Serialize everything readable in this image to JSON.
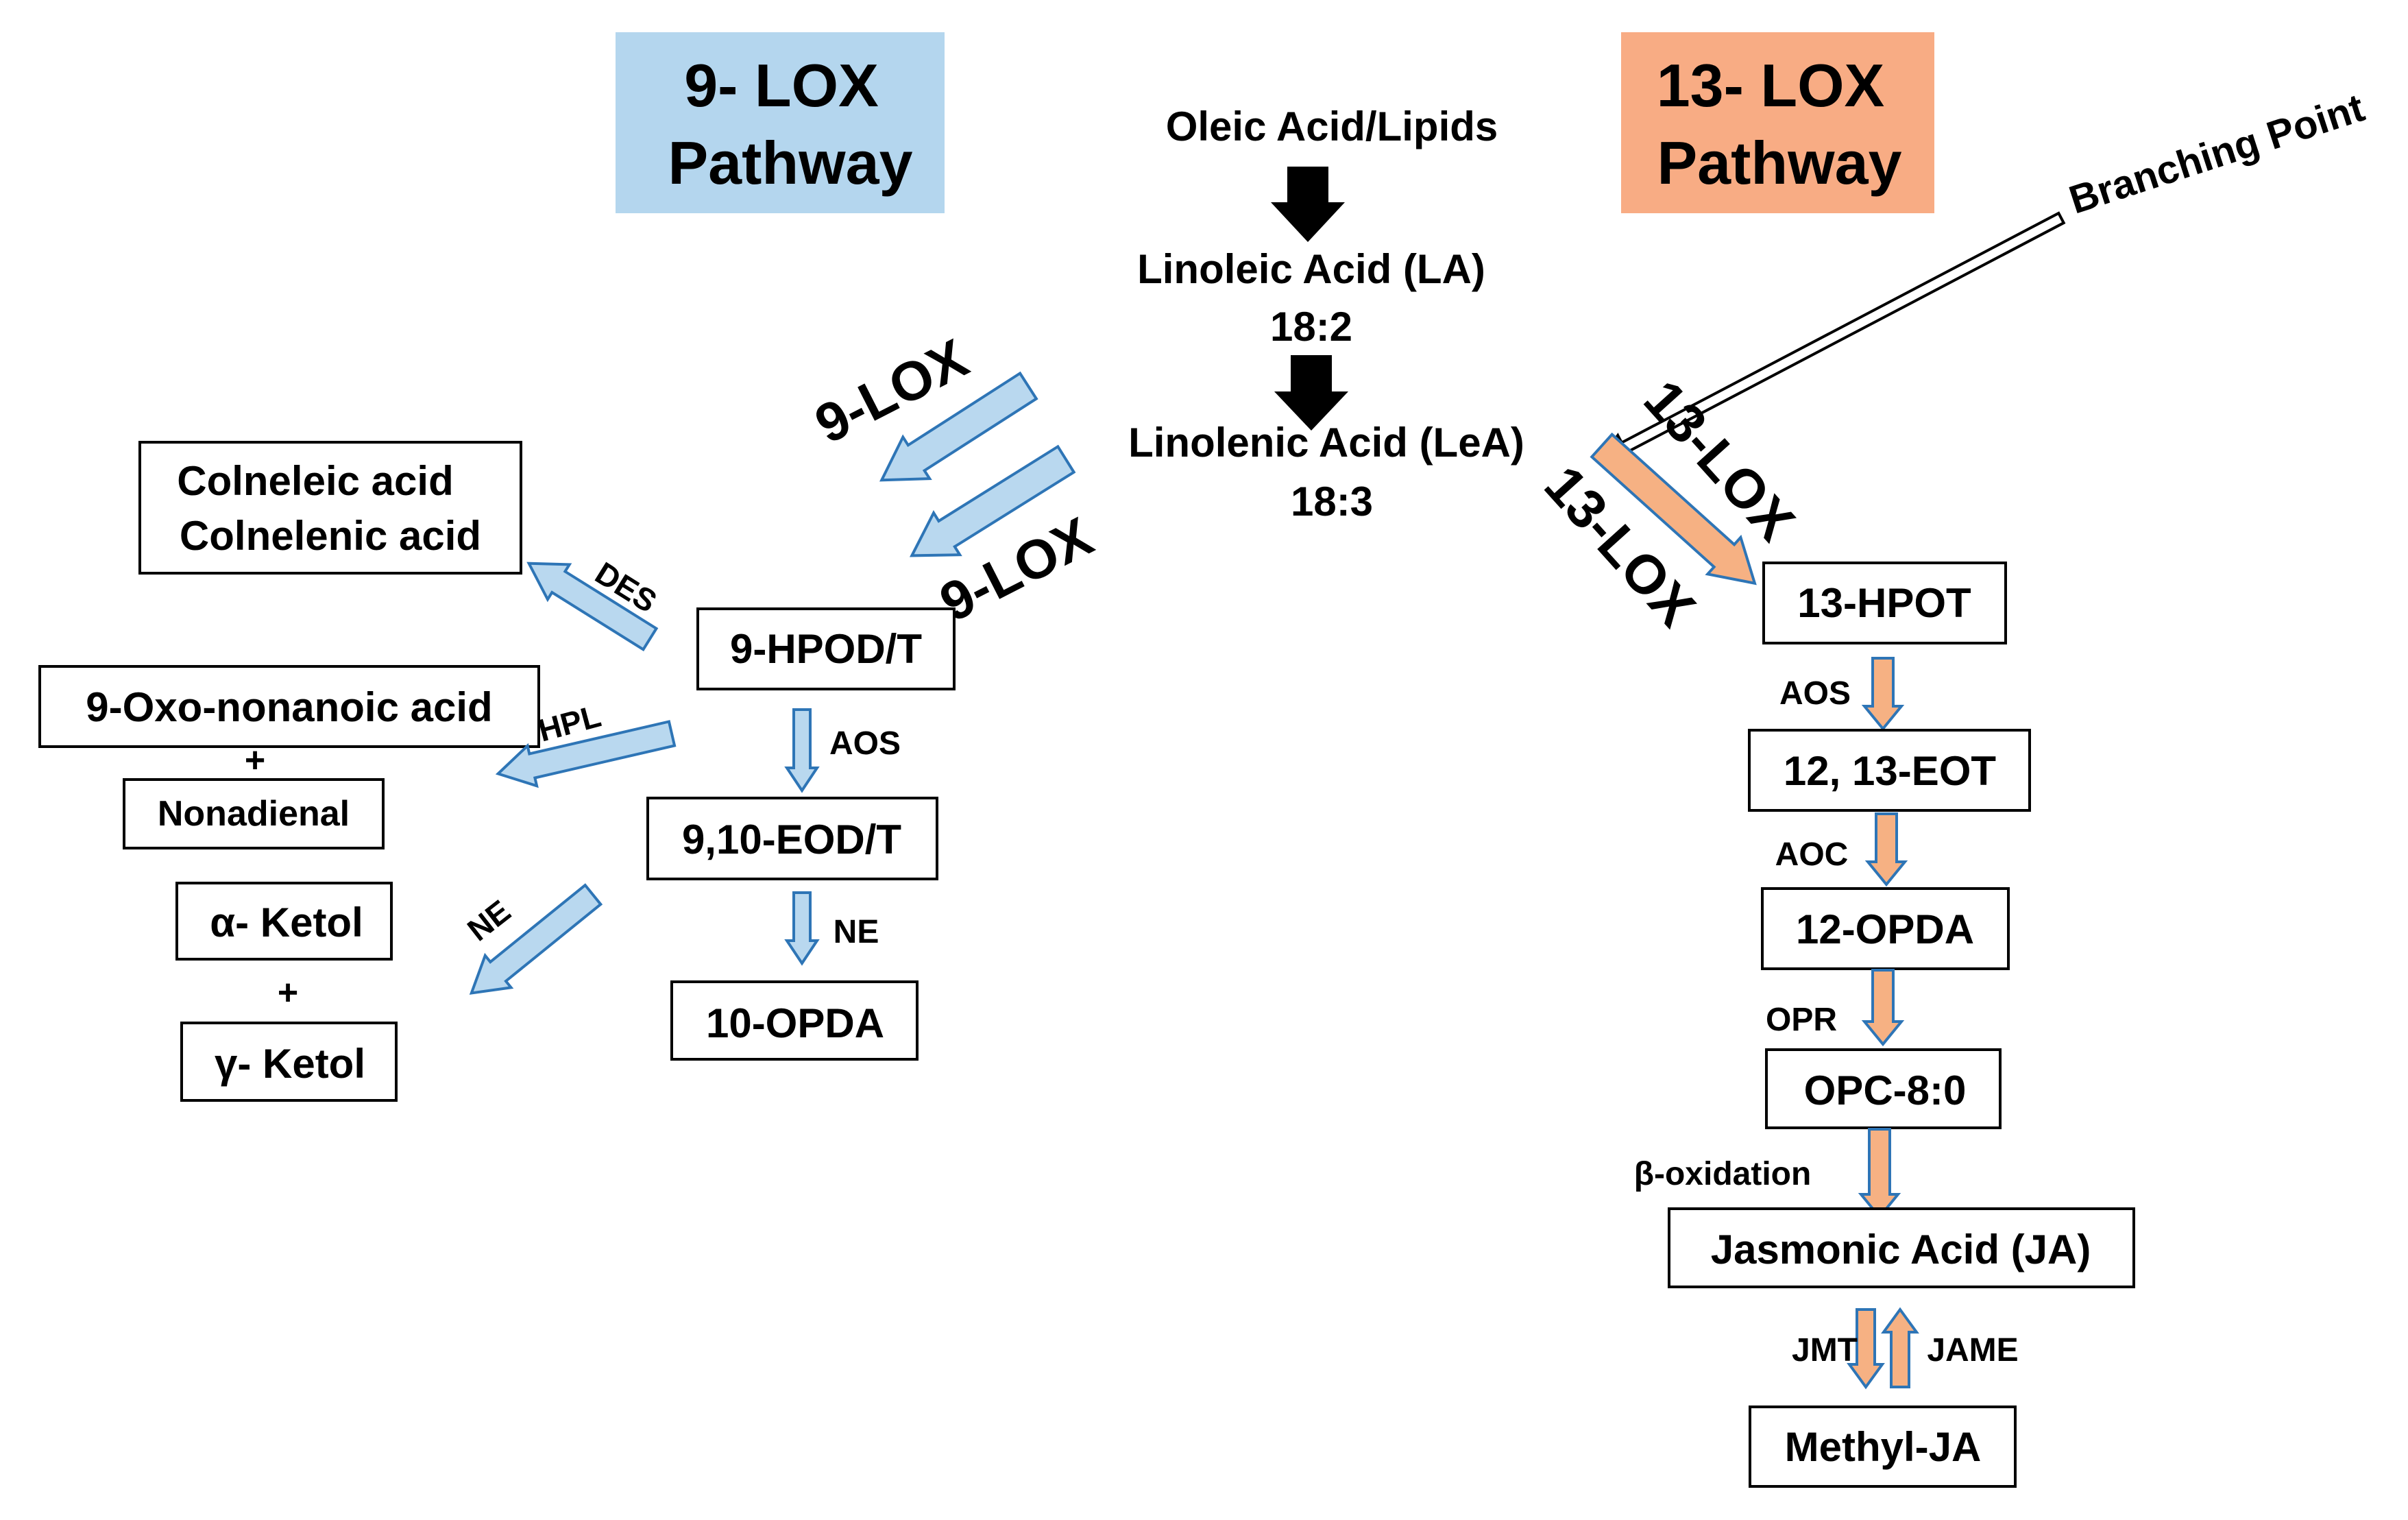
{
  "colors": {
    "lox9_header_bg": "#b4d6ee",
    "lox13_header_bg": "#f8ac84",
    "blue_arrow_fill": "#b9d8ef",
    "orange_arrow_fill": "#f6b183",
    "arrow_outline": "#2e75b6"
  },
  "headers": {
    "lox9": {
      "line1": "9- LOX",
      "line2": "Pathway"
    },
    "lox13": {
      "line1": "13- LOX",
      "line2": "Pathway"
    }
  },
  "center": {
    "oleic": "Oleic Acid/Lipids",
    "linoleic": "Linoleic Acid (LA)",
    "linoleic_ratio": "18:2",
    "linolenic": "Linolenic Acid (LeA)",
    "linolenic_ratio": "18:3"
  },
  "branching_point": "Branching Point",
  "lox9": {
    "enzyme_label": "9-LOX",
    "hpod": "9-HPOD/T",
    "eod": "9,10-EOD/T",
    "opda": "10-OPDA",
    "colneleic": "Colneleic acid",
    "colnelenic": "Colnelenic acid",
    "oxo": "9-Oxo-nonanoic acid",
    "plus": "+",
    "nonadienal": "Nonadienal",
    "alpha_ketol": "α- Ketol",
    "gamma_ketol": "γ- Ketol",
    "enzymes": {
      "des": "DES",
      "hpl": "HPL",
      "ne_side": "NE",
      "aos": "AOS",
      "ne": "NE"
    }
  },
  "lox13": {
    "enzyme_label": "13-LOX",
    "hpot": "13-HPOT",
    "eot": "12, 13-EOT",
    "opda": "12-OPDA",
    "opc": "OPC-8:0",
    "ja": "Jasmonic Acid (JA)",
    "methyl_ja": "Methyl-JA",
    "enzymes": {
      "aos": "AOS",
      "aoc": "AOC",
      "opr": "OPR",
      "beta_ox": "β-oxidation",
      "jmt": "JMT",
      "jame": "JAME"
    }
  }
}
